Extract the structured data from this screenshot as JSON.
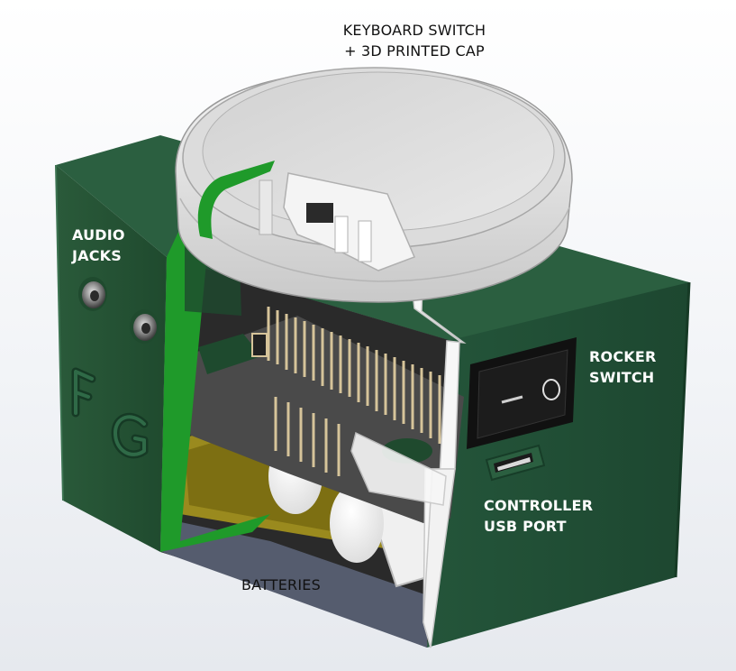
{
  "labels": {
    "keyboard_switch": [
      "KEYBOARD SWITCH",
      "+ 3D PRINTED CAP"
    ],
    "audio_jacks": [
      "AUDIO",
      "JACKS"
    ],
    "rocker_switch": [
      "ROCKER",
      "SWITCH"
    ],
    "controller_usb_port": [
      "CONTROLLER",
      "USB PORT"
    ],
    "batteries": [
      "BATTERIES"
    ]
  },
  "colors": {
    "enclosure_green": "#234f33",
    "pcb_green": "#1f9a2a",
    "cutaway_white": "#f7f7f7",
    "cap_grey": "#e6e6e6",
    "battery_holder_olive": "#9a8a1e",
    "rocker_black": "#111111",
    "header_pins_gold": "#d6c49a"
  },
  "icons": [
    "audio-jack-icon",
    "rocker-switch-icon",
    "usb-port-icon"
  ]
}
